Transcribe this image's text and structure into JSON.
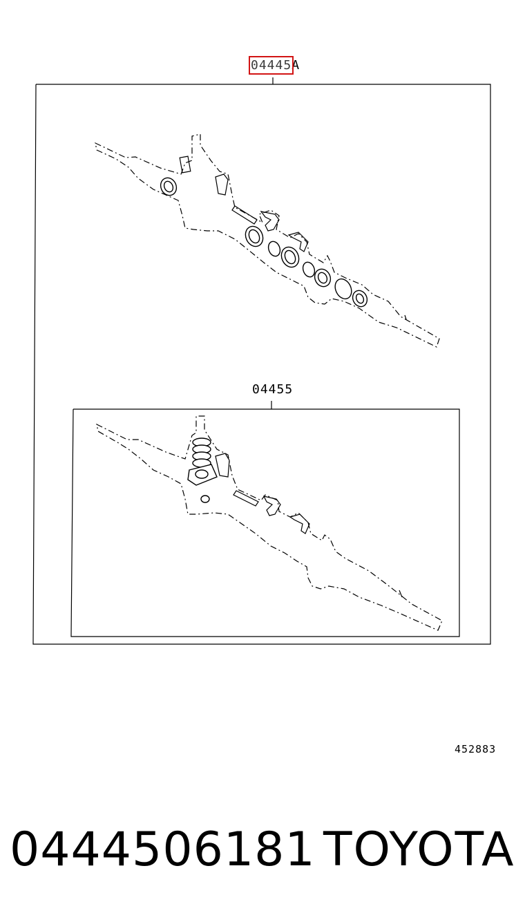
{
  "callouts": {
    "top_kit_prefix": "04445",
    "top_kit_suffix": "A",
    "sub_kit": "04455"
  },
  "reference_number": "452883",
  "footer": {
    "part_number": "0444506181",
    "brand": "TOYOTA"
  },
  "colors": {
    "highlight_box": "#d21414",
    "line": "#000000",
    "background": "#ffffff"
  }
}
